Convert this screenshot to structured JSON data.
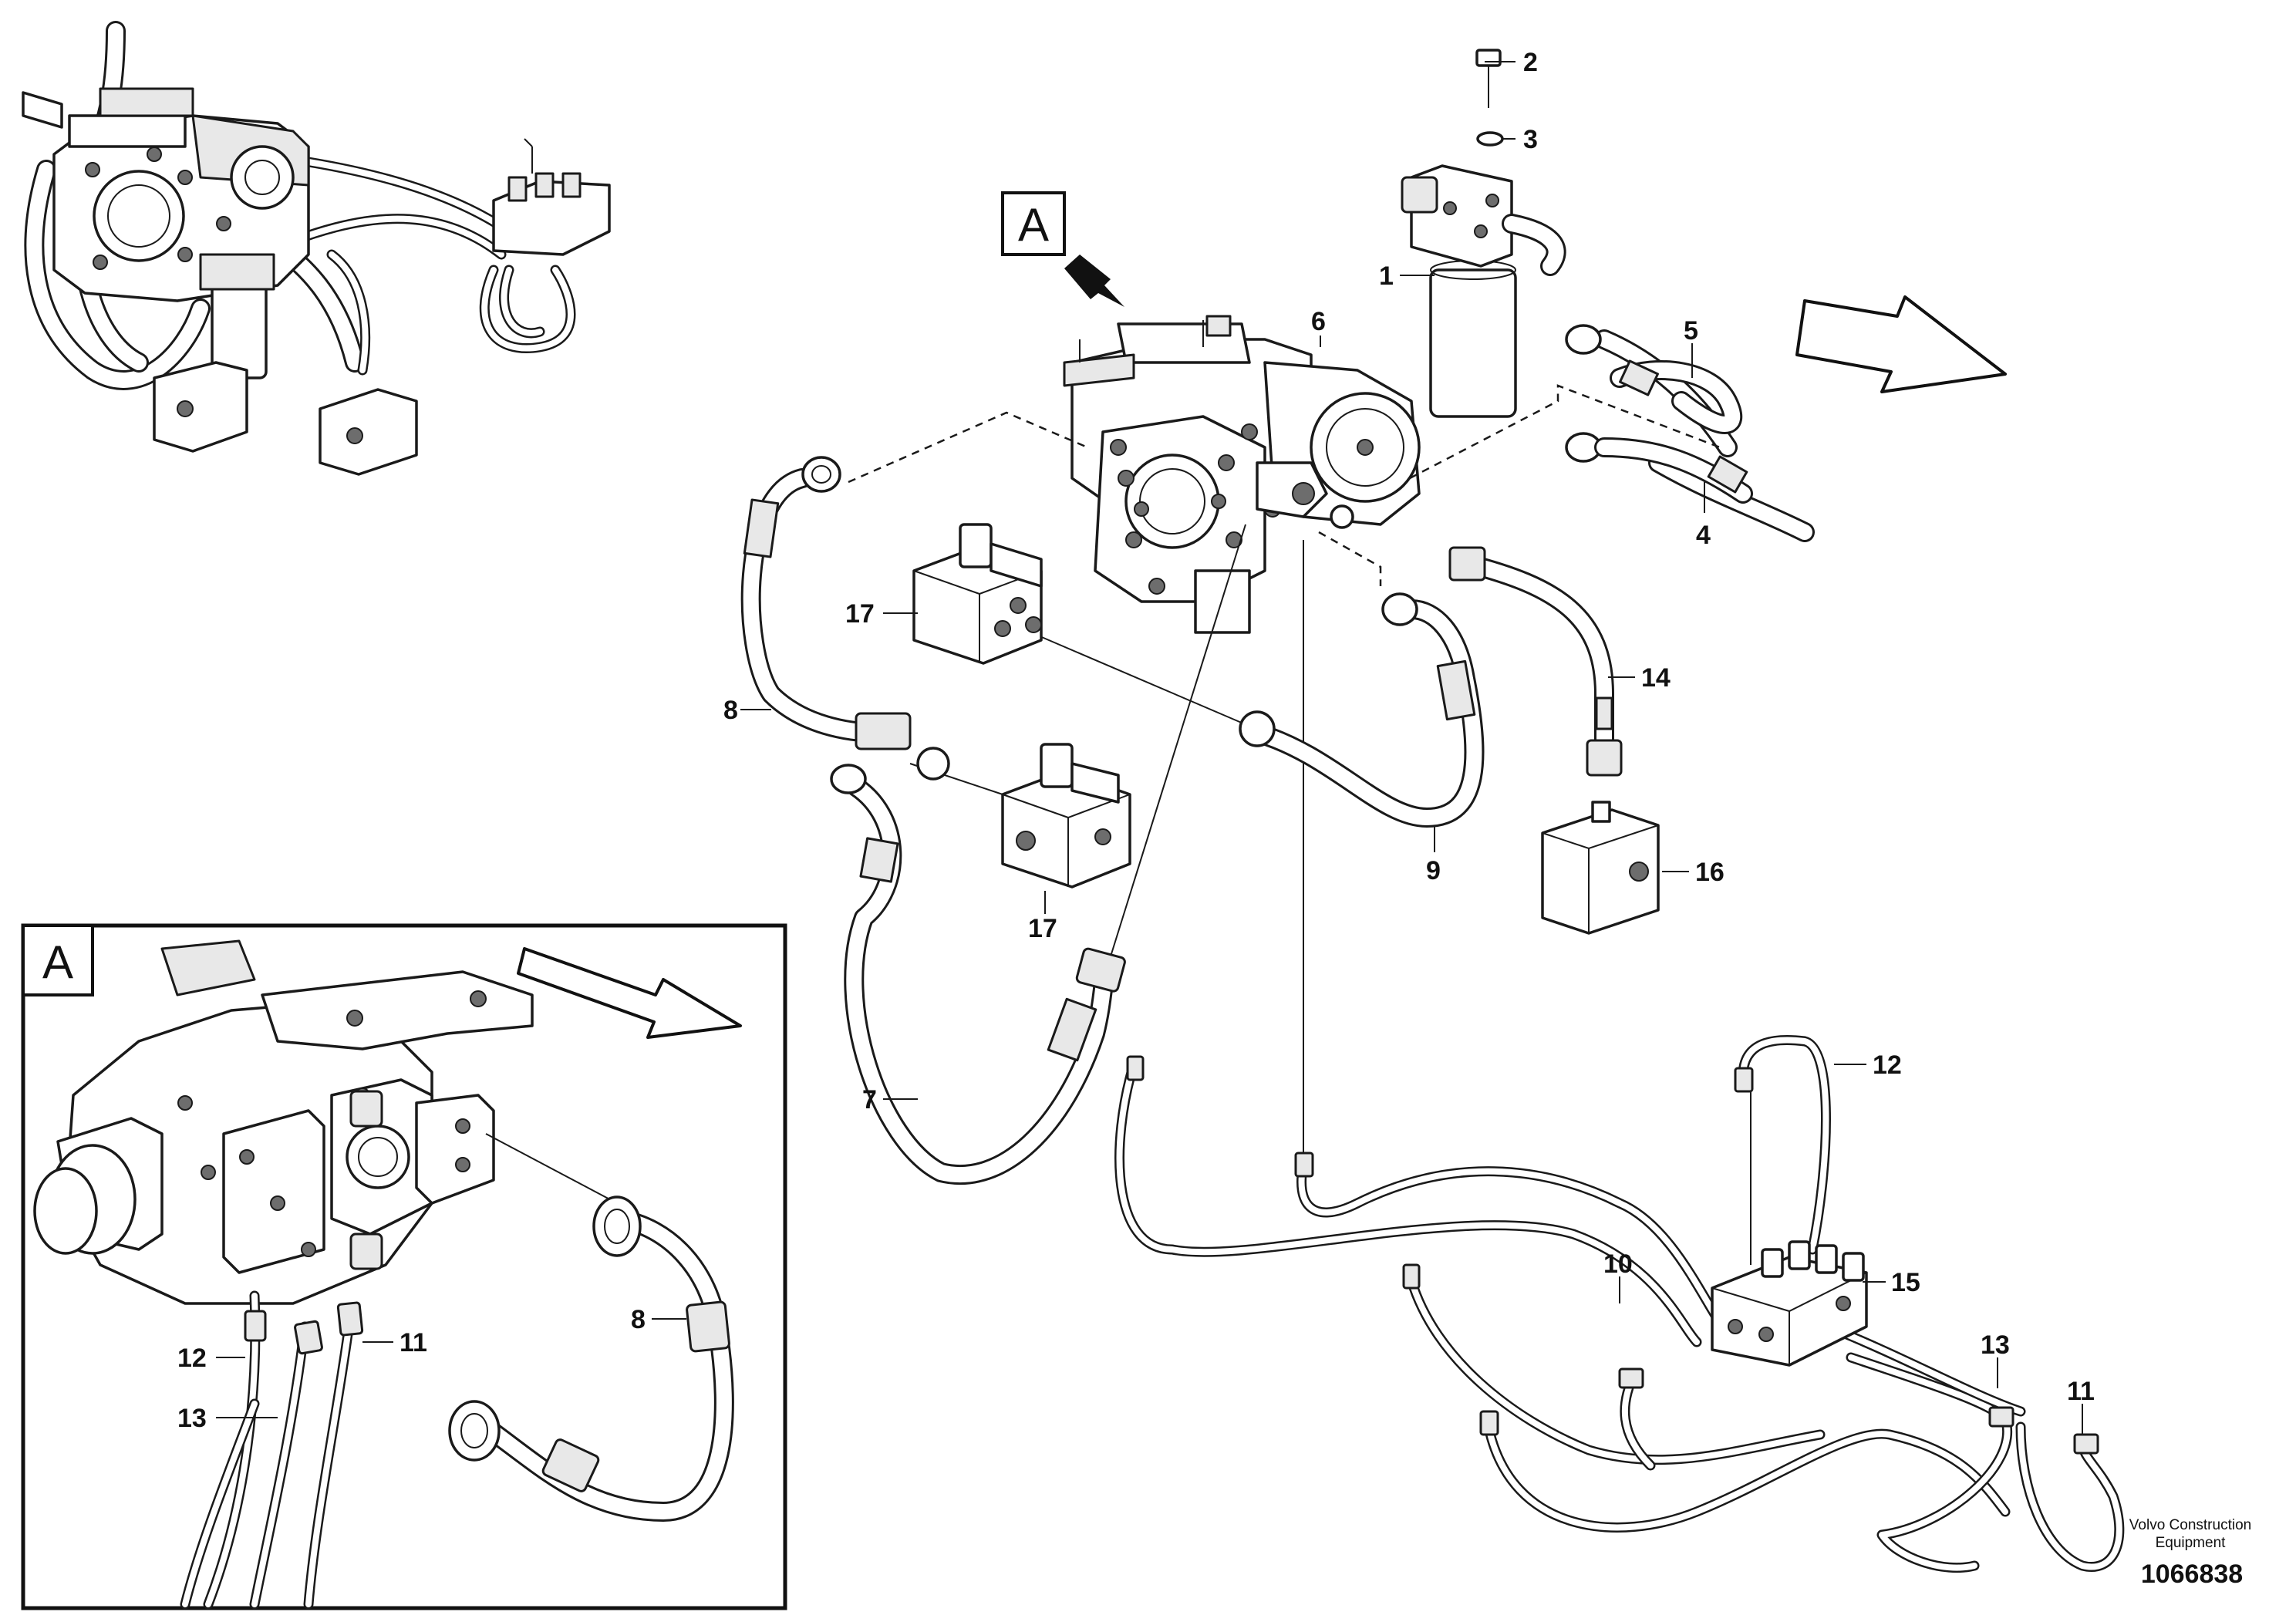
{
  "view_label": "A",
  "detail_label": "A",
  "callouts": {
    "c1": "1",
    "c2": "2",
    "c3": "3",
    "c4": "4",
    "c5": "5",
    "c6": "6",
    "c7": "7",
    "c8": "8",
    "c9": "9",
    "c10": "10",
    "c11": "11",
    "c12": "12",
    "c13": "13",
    "c14": "14",
    "c15": "15",
    "c16": "16",
    "c17a": "17",
    "c17b": "17",
    "d8": "8",
    "d11": "11",
    "d12": "12",
    "d13": "13"
  },
  "footer": {
    "brand_line1": "Volvo Construction",
    "brand_line2": "Equipment",
    "drawing_number": "1066838"
  }
}
